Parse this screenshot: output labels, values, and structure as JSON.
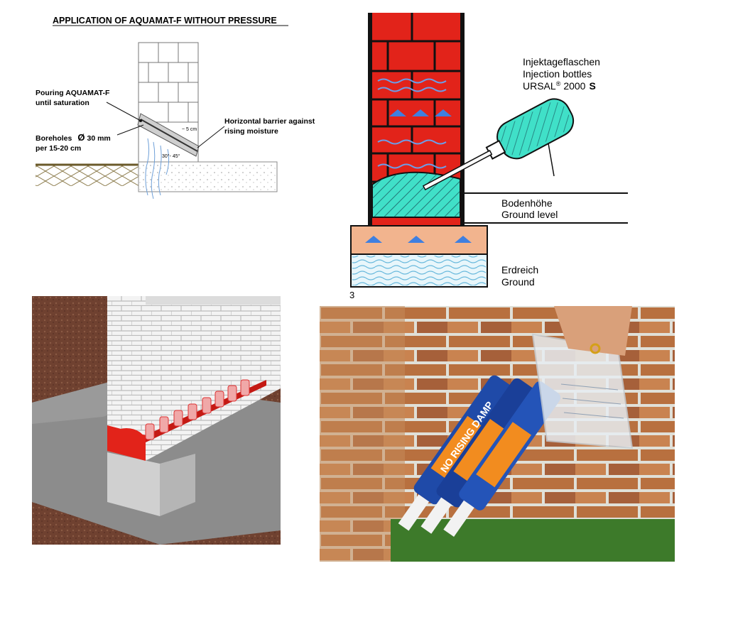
{
  "panel1": {
    "title": "APPLICATION OF AQUAMAT-F WITHOUT PRESSURE",
    "pour_line1": "Pouring AQUAMAT-F",
    "pour_line2": "until saturation",
    "bore_line1": "Boreholes",
    "bore_symbol": "Ø",
    "bore_size": "30 mm",
    "bore_line2": "per 15-20 cm",
    "barrier_line1": "Horizontal barrier against",
    "barrier_line2": "rising moisture",
    "dim_depth": "~ 5 cm",
    "dim_angle": "30°- 45°"
  },
  "panel2": {
    "bottles_de": "Injektageflaschen",
    "bottles_en": "Injection bottles",
    "product_name": "URSAL",
    "product_reg": "®",
    "product_code": "2000",
    "product_suffix": "S",
    "ground_level_de": "Bodenhöhe",
    "ground_level_en": "Ground level",
    "ground_de": "Erdreich",
    "ground_en": "Ground",
    "figure_number": "3"
  },
  "panel4": {
    "cartridge_text": "NO RISING DAMP"
  },
  "colors": {
    "brick_red": "#e2231a",
    "liquid_cyan": "#40e0c8",
    "arrow_blue": "#3f7fe0",
    "soil_peach": "#f2b48e",
    "cartridge_blue": "#1f4aa8",
    "cartridge_orange": "#f28c1f"
  }
}
